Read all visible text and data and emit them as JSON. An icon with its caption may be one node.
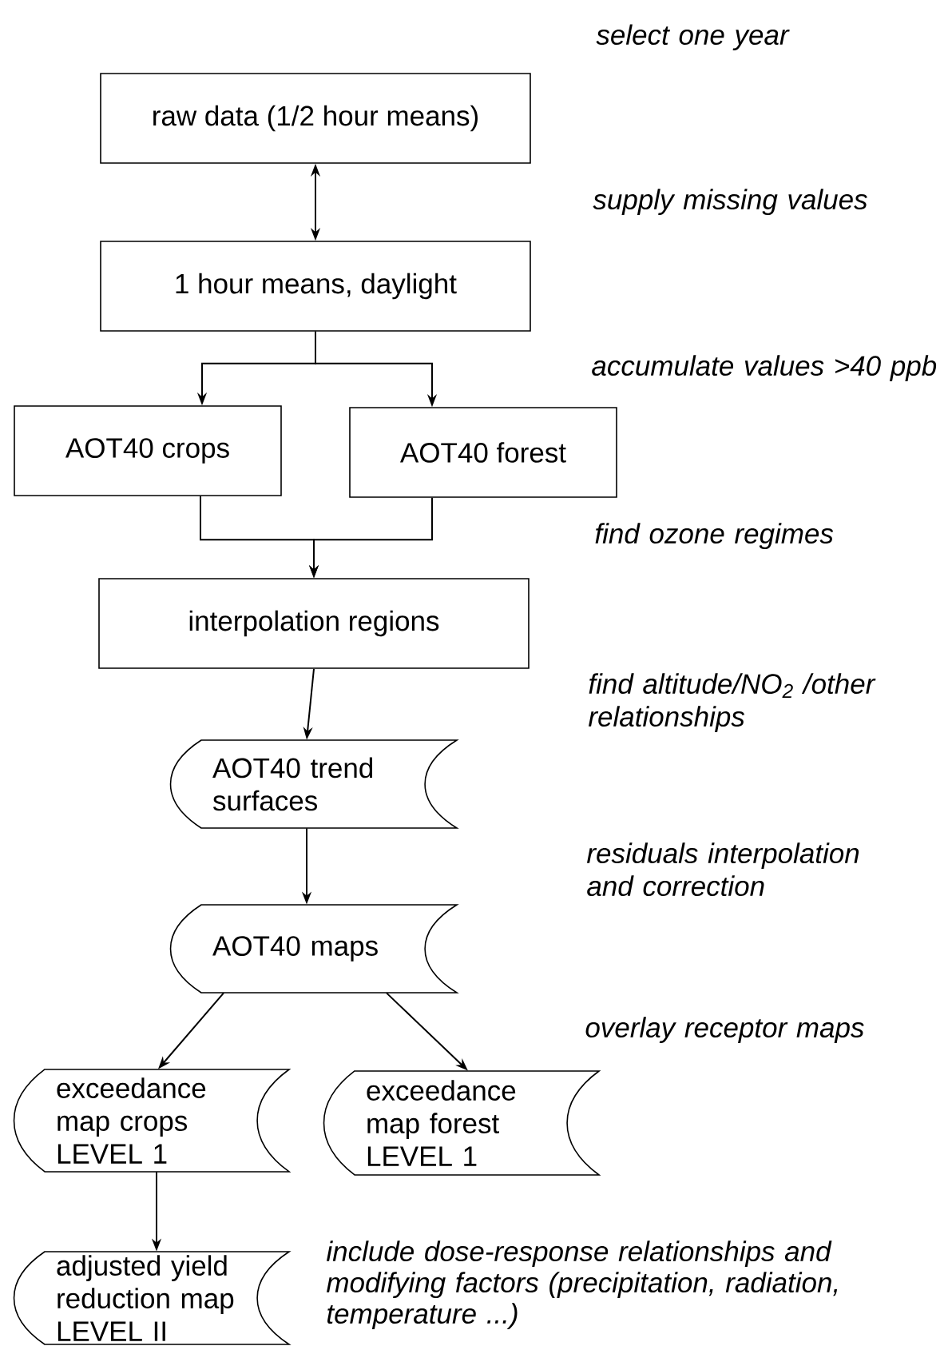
{
  "diagram": {
    "nodes": [
      {
        "text": [
          "raw data (1/2 hour means)"
        ]
      },
      {
        "text": [
          "1 hour means, daylight"
        ]
      },
      {
        "text": [
          "AOT40 crops"
        ]
      },
      {
        "text": [
          "AOT40 forest"
        ]
      },
      {
        "text": [
          "interpolation regions"
        ]
      },
      {
        "text": [
          "AOT40 trend surfaces"
        ]
      },
      {
        "text": [
          "AOT40 maps"
        ]
      },
      {
        "text": [
          "exceedance map crops LEVEL 1"
        ]
      },
      {
        "text": [
          "exceedance map forest LEVEL 1"
        ]
      },
      {
        "text": [
          "adjusted yield reduction map LEVEL II"
        ]
      }
    ],
    "edges": [
      {
        "from": 0,
        "to": 1,
        "arrow": "both"
      },
      {
        "from": 1,
        "to": 2,
        "arrow": "to"
      },
      {
        "from": 1,
        "to": 3,
        "arrow": "to"
      },
      {
        "from": 2,
        "to": 4,
        "arrow": "to"
      },
      {
        "from": 3,
        "to": 4,
        "arrow": "to"
      },
      {
        "from": 4,
        "to": 5,
        "arrow": "to"
      },
      {
        "from": 5,
        "to": 6,
        "arrow": "to"
      },
      {
        "from": 6,
        "to": 7,
        "arrow": "to"
      },
      {
        "from": 6,
        "to": 8,
        "arrow": "to"
      },
      {
        "from": 7,
        "to": 9,
        "arrow": "to"
      }
    ],
    "labels": [
      "select one year",
      "supply missing values",
      "accumulate values >40 ppb",
      "find ozone regimes",
      "find altitude/NO$_{2}$ /other relationships",
      "residuals interpolation and correction",
      "overlay receptor maps",
      "include dose-response relationships and modifying factors (precipitation, radiation, temperature ...)"
    ]
  }
}
